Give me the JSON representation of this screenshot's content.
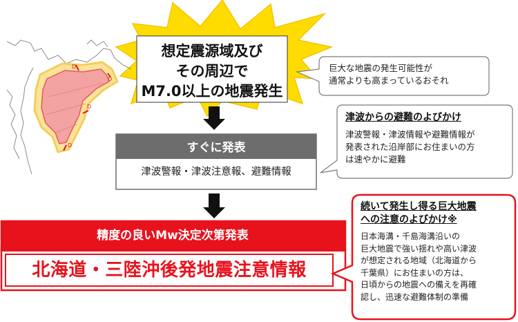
{
  "colors": {
    "burst": "#ffdc00",
    "red": "#e8121c",
    "gray": "#6d6d6d",
    "map_fill": "#f4a3a3",
    "map_halo": "#fbe39a"
  },
  "icons": {
    "map": "hokkaido-sanriku-map-icon",
    "arrow": "down-arrow-icon"
  },
  "map": {
    "region_mark": "D"
  },
  "trigger": {
    "line1": "想定震源域及び",
    "line2": "その周辺で",
    "line3": "M7.0以上の地震発生"
  },
  "note_top": {
    "line1": "巨大な地震の発生可能性が",
    "line2": "通常よりも高まっているおそれ"
  },
  "note_evac": {
    "title": "津波からの避難のよびかけ",
    "line1": "津波警報・津波情報や避難情報が",
    "line2": "発表された沿岸部にお住まいの方",
    "line3": "は速やかに避難"
  },
  "immediate": {
    "title": "すぐに発表",
    "body": "津波警報・津波注意報、避難情報"
  },
  "advisory": {
    "title": "精度の良いMw決定次第発表",
    "main": "北海道・三陸沖後発地震注意情報"
  },
  "note_caution": {
    "title_line1": "続いて発生し得る巨大地震",
    "title_line2": "への注意のよびかけ※",
    "lines": [
      "日本海溝・千島海溝沿いの",
      "巨大地震で強い揺れや高い津波",
      "が想定される地域（北海道から",
      "千葉県）にお住まいの方は、",
      "日頃からの地震への備えを再確",
      "認し、迅速な避難体制の準備"
    ]
  }
}
